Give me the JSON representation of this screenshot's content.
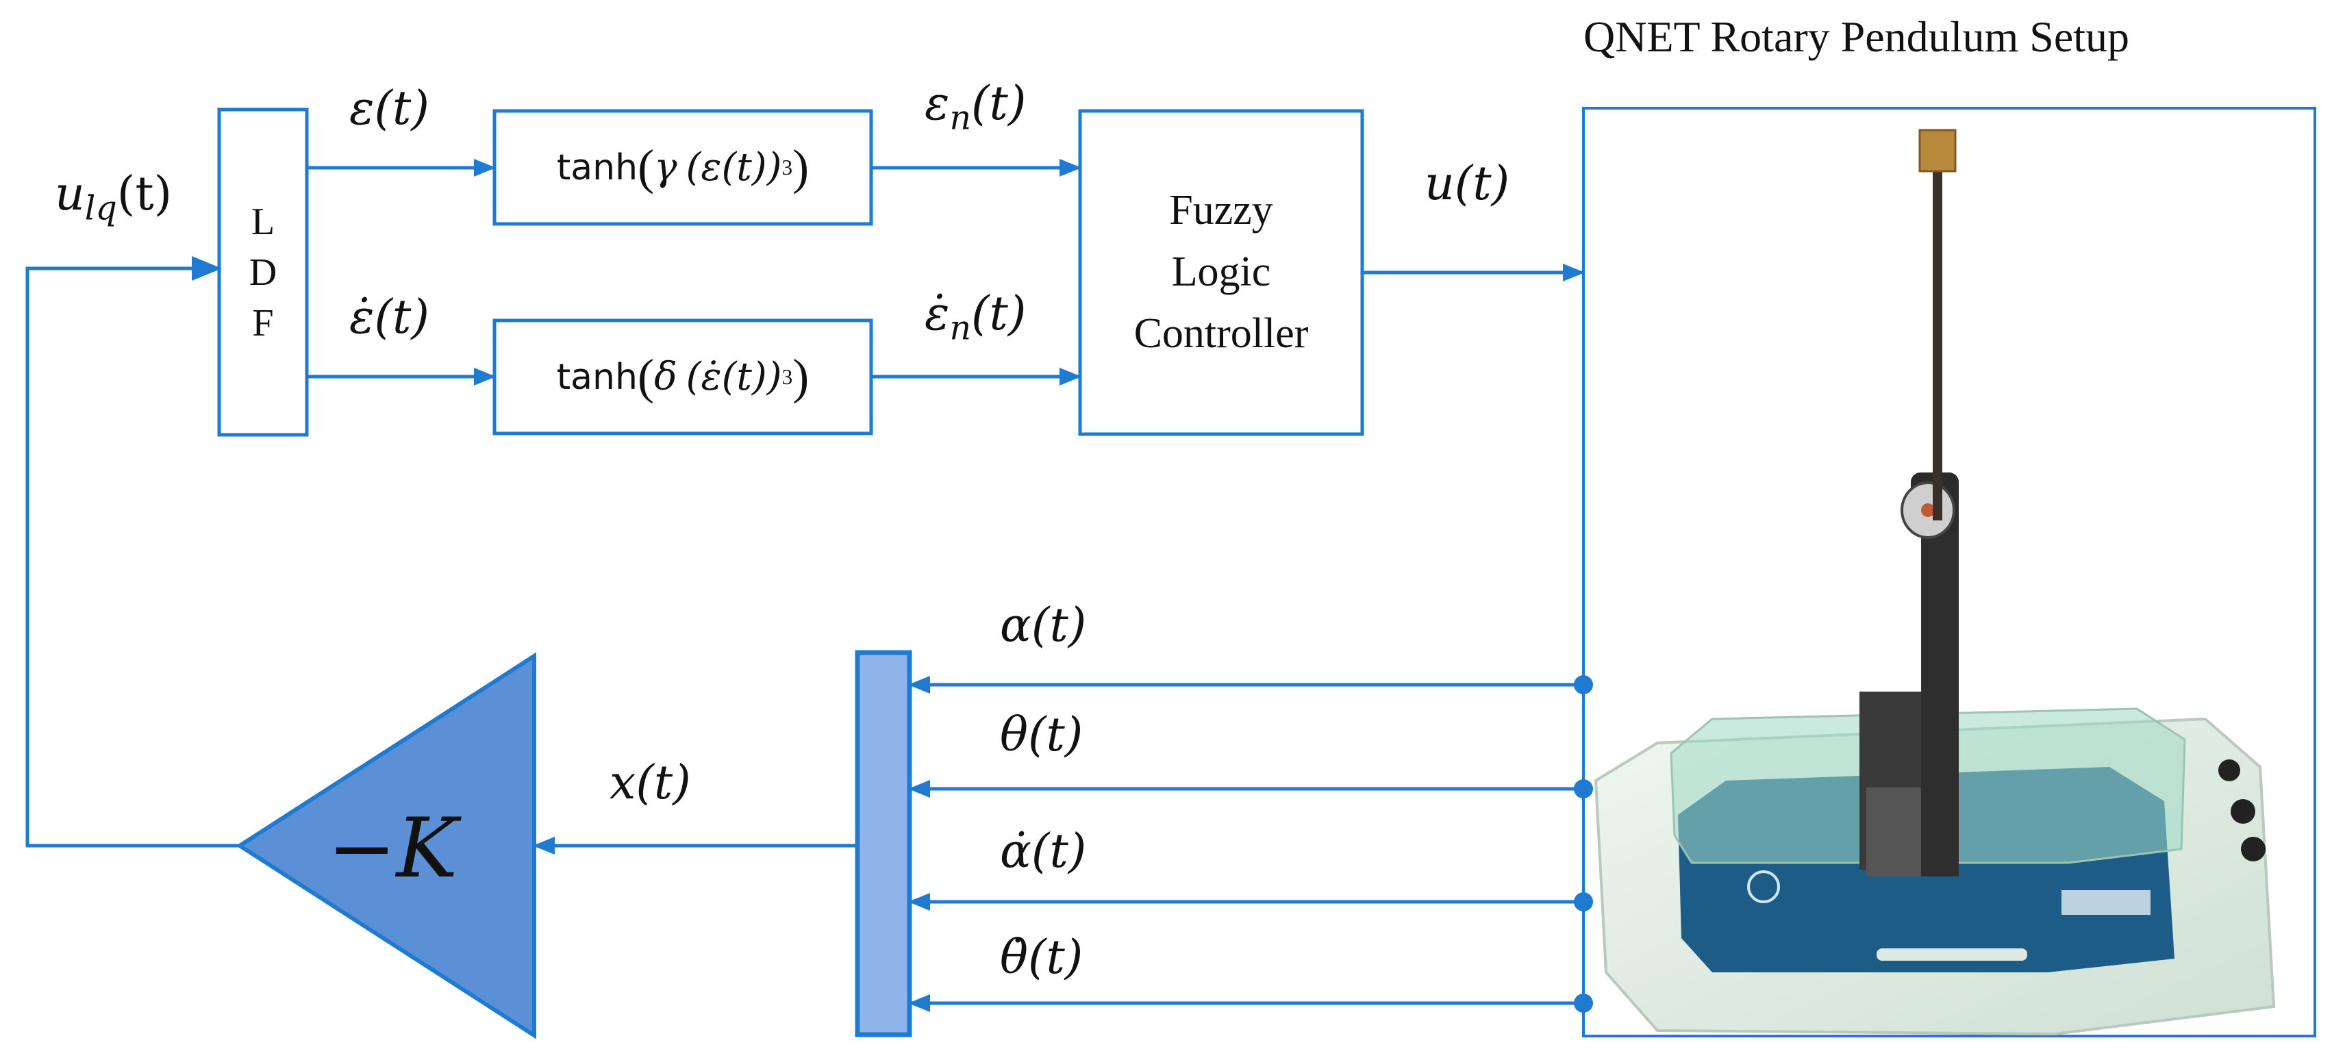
{
  "title": "QNET Rotary Pendulum Setup",
  "colors": {
    "line": "#1f7ad1",
    "triangle_fill": "#5b8fd6",
    "mux_fill": "#8fb4ea",
    "text": "#111111"
  },
  "ldf_block": {
    "letters": [
      "L",
      "D",
      "F"
    ]
  },
  "signals": {
    "u_lq": {
      "base": "u",
      "sub": "lq",
      "arg": "(t)"
    },
    "epsilon": "ε(t)",
    "epsilon_dot": "ε̇(t)",
    "epsilon_n": {
      "base": "ε",
      "sub": "n",
      "arg": "(t)"
    },
    "epsilon_dot_n": {
      "base": "ε̇",
      "sub": "n",
      "arg": "(t)"
    },
    "u": "u(t)",
    "alpha": "α(t)",
    "theta": "θ(t)",
    "alpha_dot": "α̇(t)",
    "theta_dot": "θ̇(t)",
    "x": "x(t)"
  },
  "blocks": {
    "tanh_gamma": {
      "fn": "tanh",
      "coef": "γ",
      "inner": "(ε(t))",
      "power": "3"
    },
    "tanh_delta": {
      "fn": "tanh",
      "coef": "δ",
      "inner": "(ε̇(t))",
      "power": "3"
    },
    "flc_lines": [
      "Fuzzy",
      "Logic",
      "Controller"
    ],
    "gain": "−K"
  },
  "photo": {
    "icons": [
      "rotary-pendulum-photo"
    ]
  }
}
